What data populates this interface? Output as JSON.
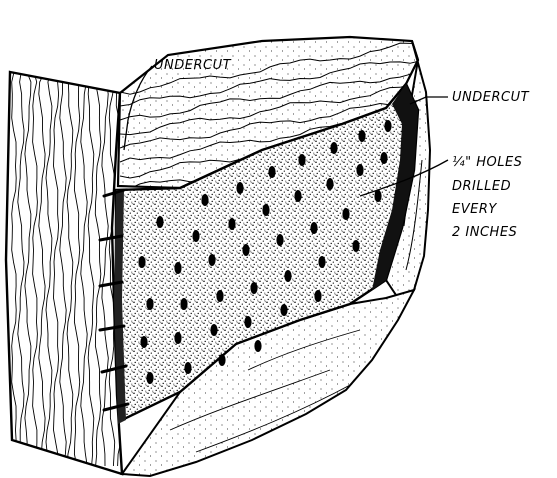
{
  "diagram": {
    "labels": {
      "undercut_top": "UNDERCUT",
      "undercut_right": "UNDERCUT",
      "holes_line1": "¼\" HOLES",
      "holes_line2": "DRILLED",
      "holes_line3": "EVERY",
      "holes_line4": "2 INCHES"
    },
    "colors": {
      "ink": "#000000",
      "paper": "#ffffff"
    }
  }
}
